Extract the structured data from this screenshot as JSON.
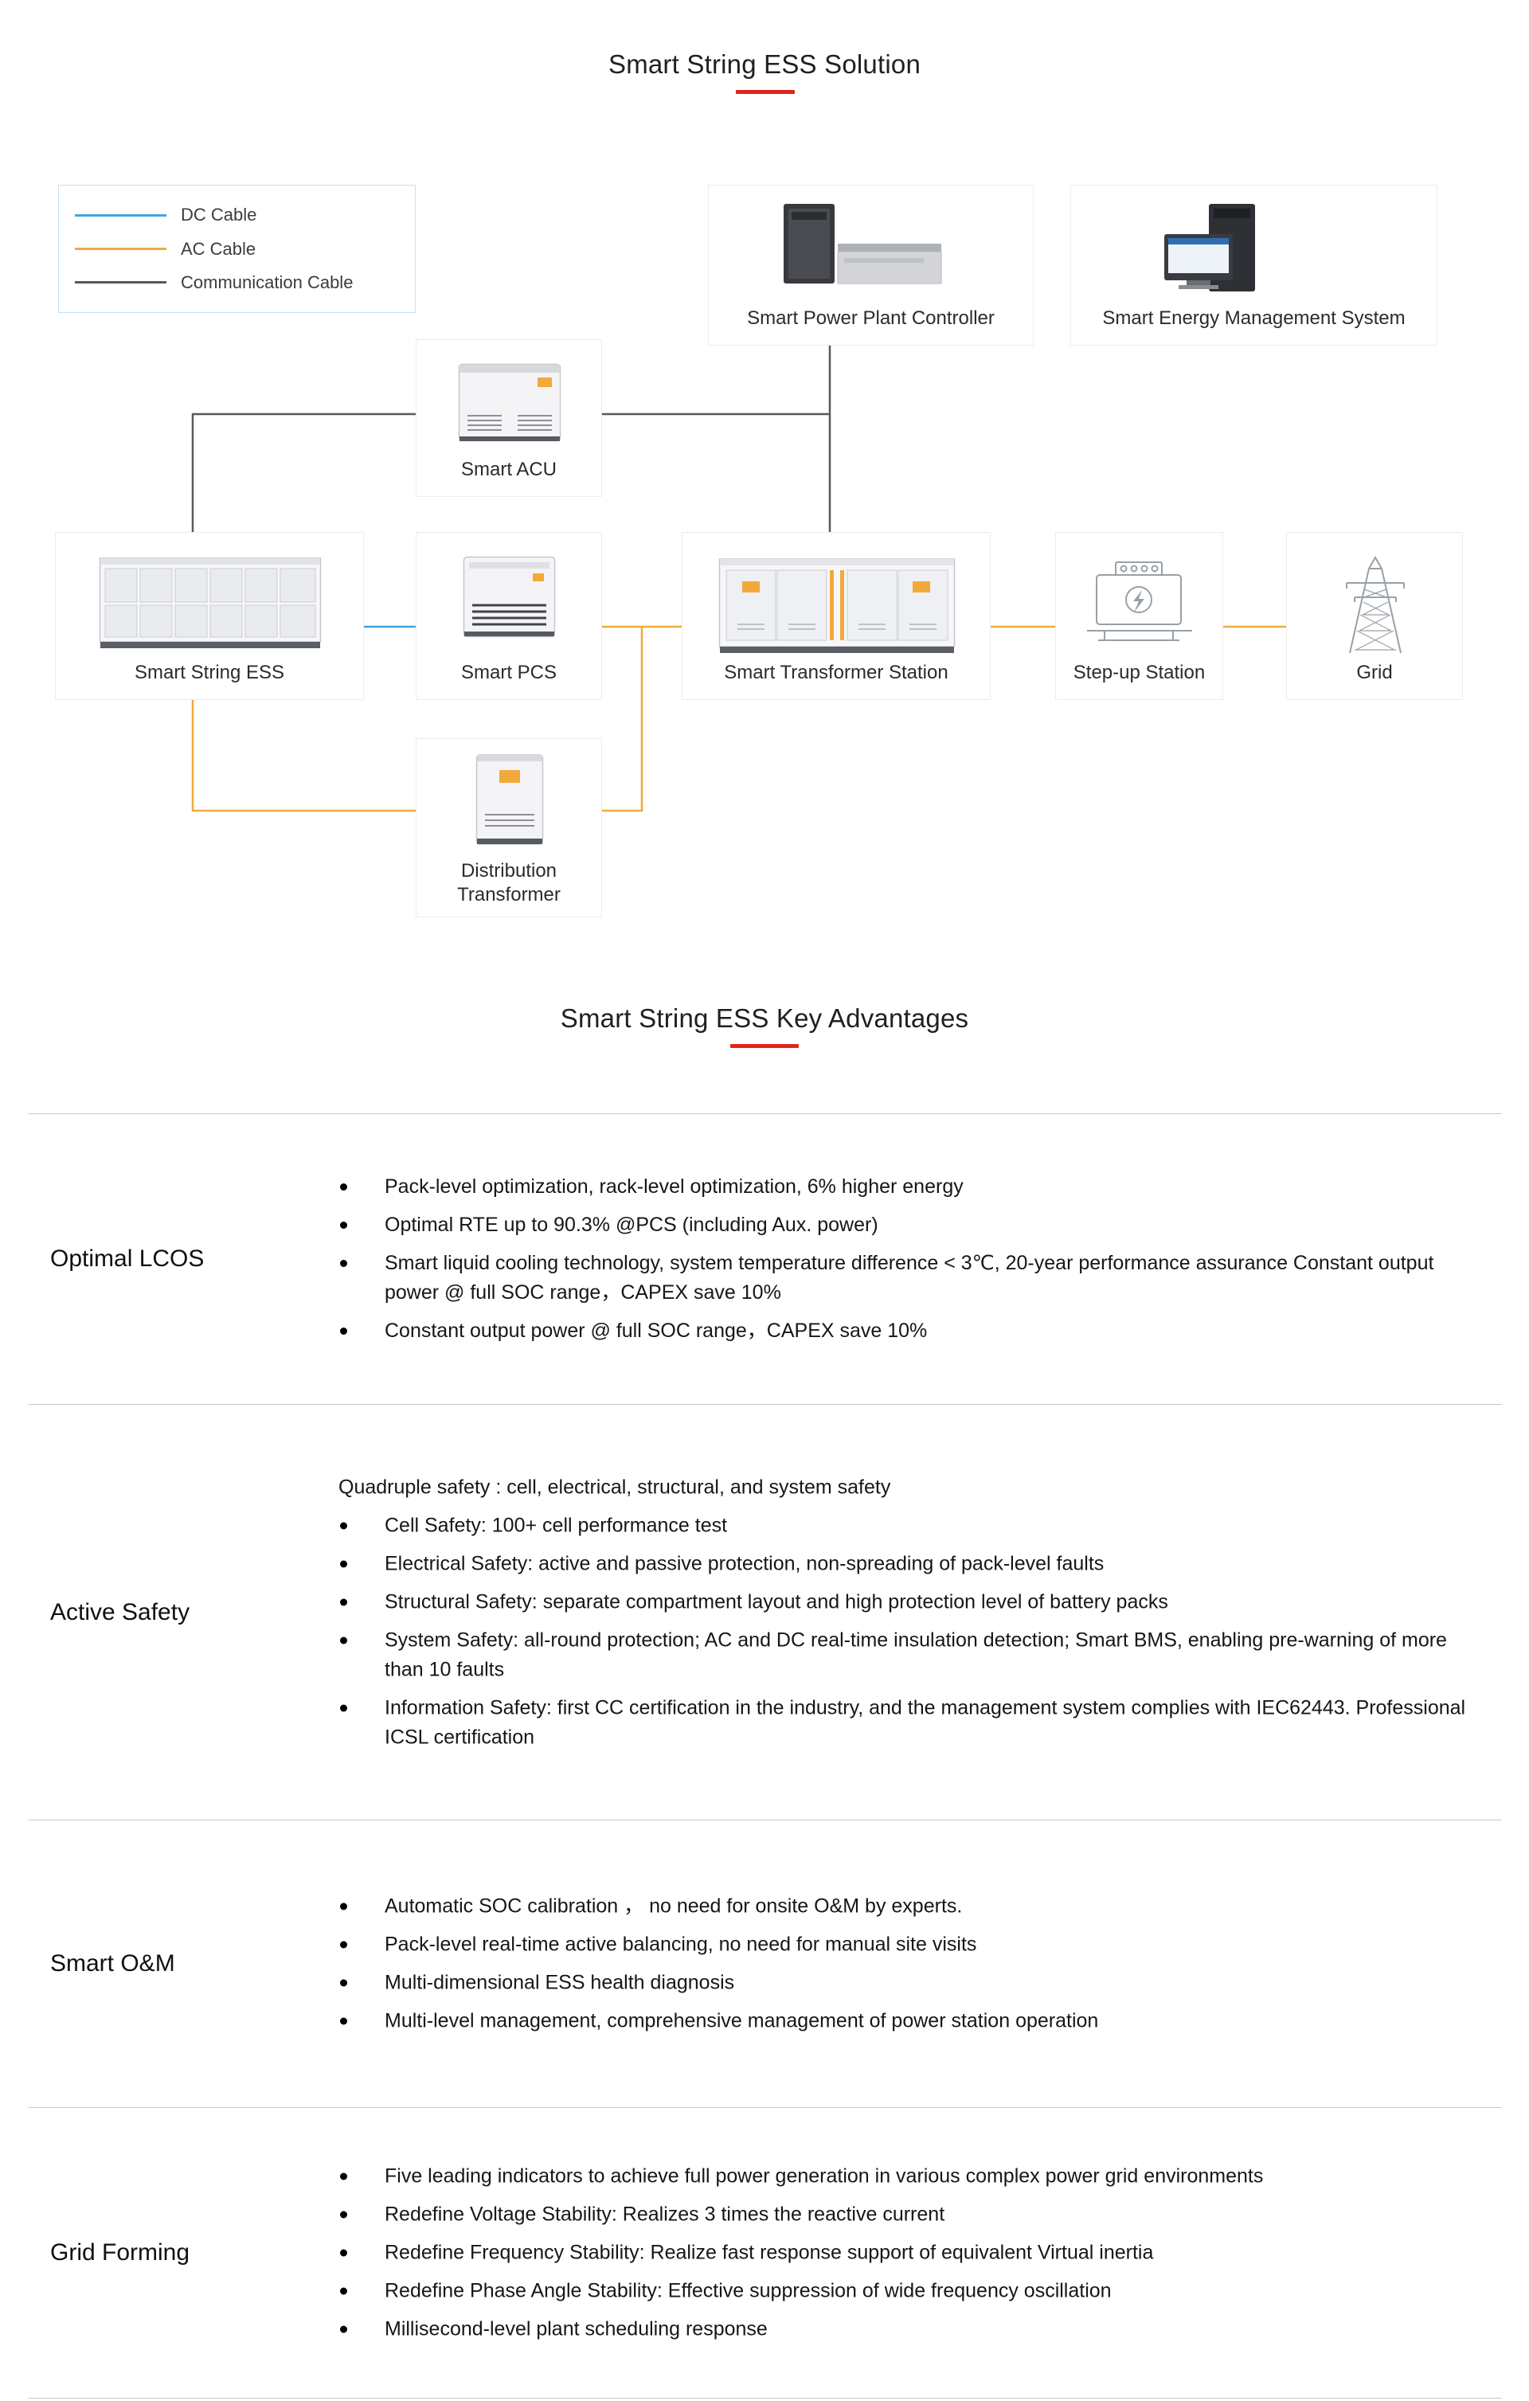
{
  "theme": {
    "accent_red": "#e1251b",
    "dc_cable": "#3aa7dc",
    "ac_cable": "#f2a93b",
    "comm_cable": "#595959",
    "rule_gray": "#c9c9c9"
  },
  "solution": {
    "title": "Smart String ESS Solution",
    "legend": {
      "dc": "DC Cable",
      "ac": "AC Cable",
      "comm": "Communication Cable"
    },
    "nodes": {
      "controller": "Smart Power Plant Controller",
      "ems": "Smart Energy Management System",
      "acu": "Smart ACU",
      "ess": "Smart String ESS",
      "pcs": "Smart PCS",
      "transformer_station": "Smart Transformer Station",
      "step_up": "Step-up Station",
      "grid": "Grid",
      "distribution_transformer": "Distribution Transformer"
    }
  },
  "advantages": {
    "title": "Smart String ESS Key Advantages",
    "rows": [
      {
        "label": "Optimal LCOS",
        "bullets": [
          "Pack-level optimization, rack-level optimization, 6% higher energy",
          "Optimal RTE up to 90.3% @PCS (including Aux. power)",
          "Smart liquid cooling technology, system temperature difference < 3℃, 20-year performance assurance Constant output power @ full SOC range，CAPEX save 10%",
          "Constant output power @ full SOC range，CAPEX save 10%"
        ]
      },
      {
        "label": "Active Safety",
        "intro": "Quadruple safety : cell, electrical, structural, and system safety",
        "bullets": [
          "Cell Safety: 100+ cell performance test",
          "Electrical Safety: active and passive protection, non-spreading of pack-level faults",
          "Structural Safety: separate compartment layout and high protection level of battery packs",
          "System Safety: all-round protection; AC and DC real-time insulation detection; Smart BMS, enabling pre-warning of more than 10 faults",
          "Information Safety: first CC certification in the industry, and the management system complies with IEC62443. Professional ICSL certification"
        ]
      },
      {
        "label": "Smart O&M",
        "bullets": [
          "Automatic SOC calibration ， no need for onsite O&M by experts.",
          "Pack-level real-time active balancing, no need for manual site visits",
          "Multi-dimensional ESS health diagnosis",
          "Multi-level management, comprehensive management of power station operation"
        ]
      },
      {
        "label": "Grid Forming",
        "bullets": [
          "Five leading indicators to achieve full power generation in various complex power grid environments",
          "Redefine Voltage Stability: Realizes 3 times the reactive current",
          "Redefine Frequency Stability: Realize fast response support of equivalent Virtual inertia",
          "Redefine Phase Angle Stability: Effective suppression of wide frequency oscillation",
          "Millisecond-level plant scheduling response"
        ]
      }
    ]
  }
}
